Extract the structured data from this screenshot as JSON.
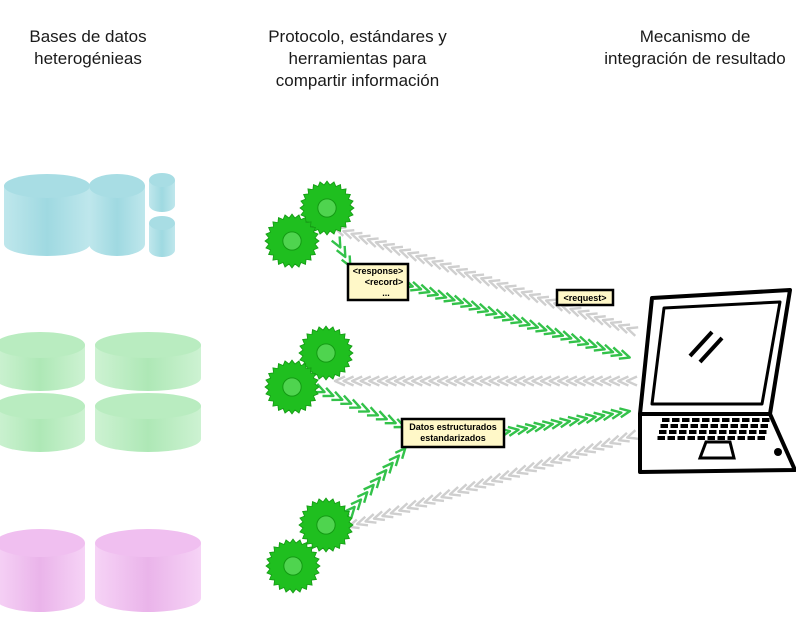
{
  "headings": {
    "left": [
      "Bases de datos",
      "heterogénieas"
    ],
    "middle": [
      "Protocolo, estándares y",
      "herramientas para",
      "compartir información"
    ],
    "right": [
      "Mecanismo de",
      "integración de resultado"
    ]
  },
  "labels": {
    "response": [
      "<response>",
      "<record>",
      "..."
    ],
    "request": "<request>",
    "datos": [
      "Datos estructurados",
      "estandarizados"
    ]
  },
  "colors": {
    "cylinder_blue": "#a8dde4",
    "cylinder_green": "#b9ecc0",
    "cylinder_pink": "#f0bff0",
    "gear": "#1fbf1f",
    "arrow_green": "#33c24a",
    "arrow_gray": "#cfcfcf",
    "label_bg": "#fff8c8"
  },
  "icons": [
    "database-icon",
    "gear-icon",
    "laptop-icon"
  ]
}
